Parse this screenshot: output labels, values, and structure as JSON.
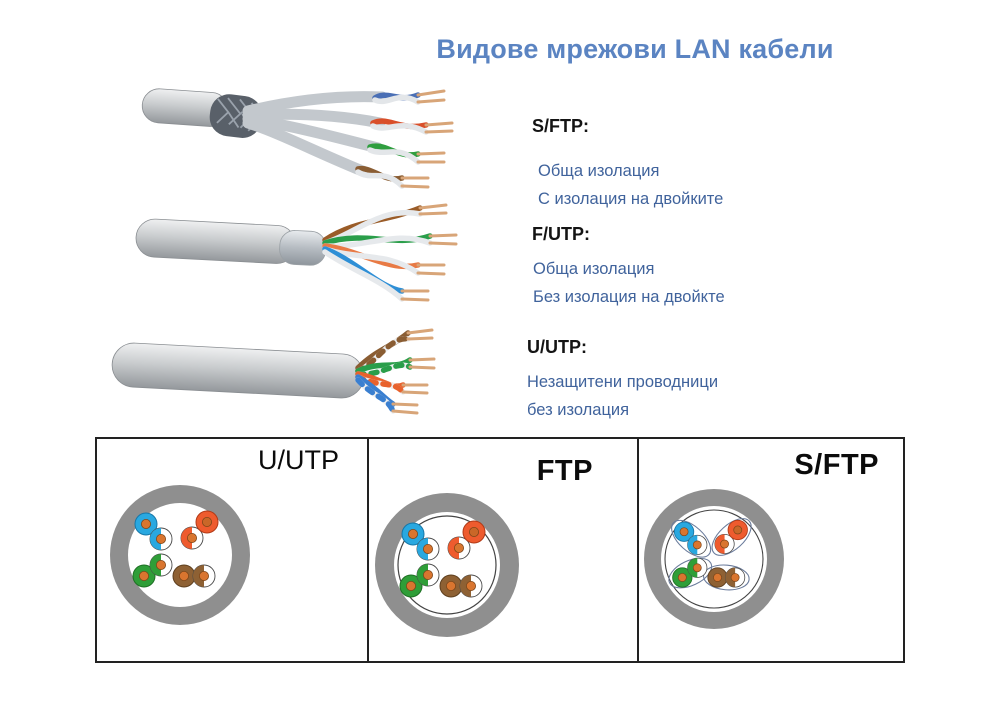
{
  "title": {
    "text": "Видове мрежови LAN кабели"
  },
  "legend": {
    "items": [
      {
        "heading": "S/FTP:",
        "line1": "Обща изолация",
        "line2": "С изолация на двойките"
      },
      {
        "heading": "F/UTP:",
        "line1": "Обща изолация",
        "line2": "Без изолация на двойкте"
      },
      {
        "heading": "U/UTP:",
        "line1": "Незащитени проводници",
        "line2": "без изолация"
      }
    ]
  },
  "panels": {
    "items": [
      {
        "label": "U/UTP",
        "shield": "none"
      },
      {
        "label": "FTP",
        "shield": "overall foil"
      },
      {
        "label": "S/FTP",
        "shield": "overall foil + shielded pairs"
      }
    ]
  },
  "colors": {
    "title_blue": "#5b84c2",
    "body_text_blue": "#40639c",
    "jacket_gray": "#8f8f8f",
    "wire_blue": "#29a8e0",
    "wire_orange": "#ee5b2e",
    "wire_green": "#2f9e38",
    "wire_brown": "#8e6134",
    "copper": "#d9752f"
  }
}
